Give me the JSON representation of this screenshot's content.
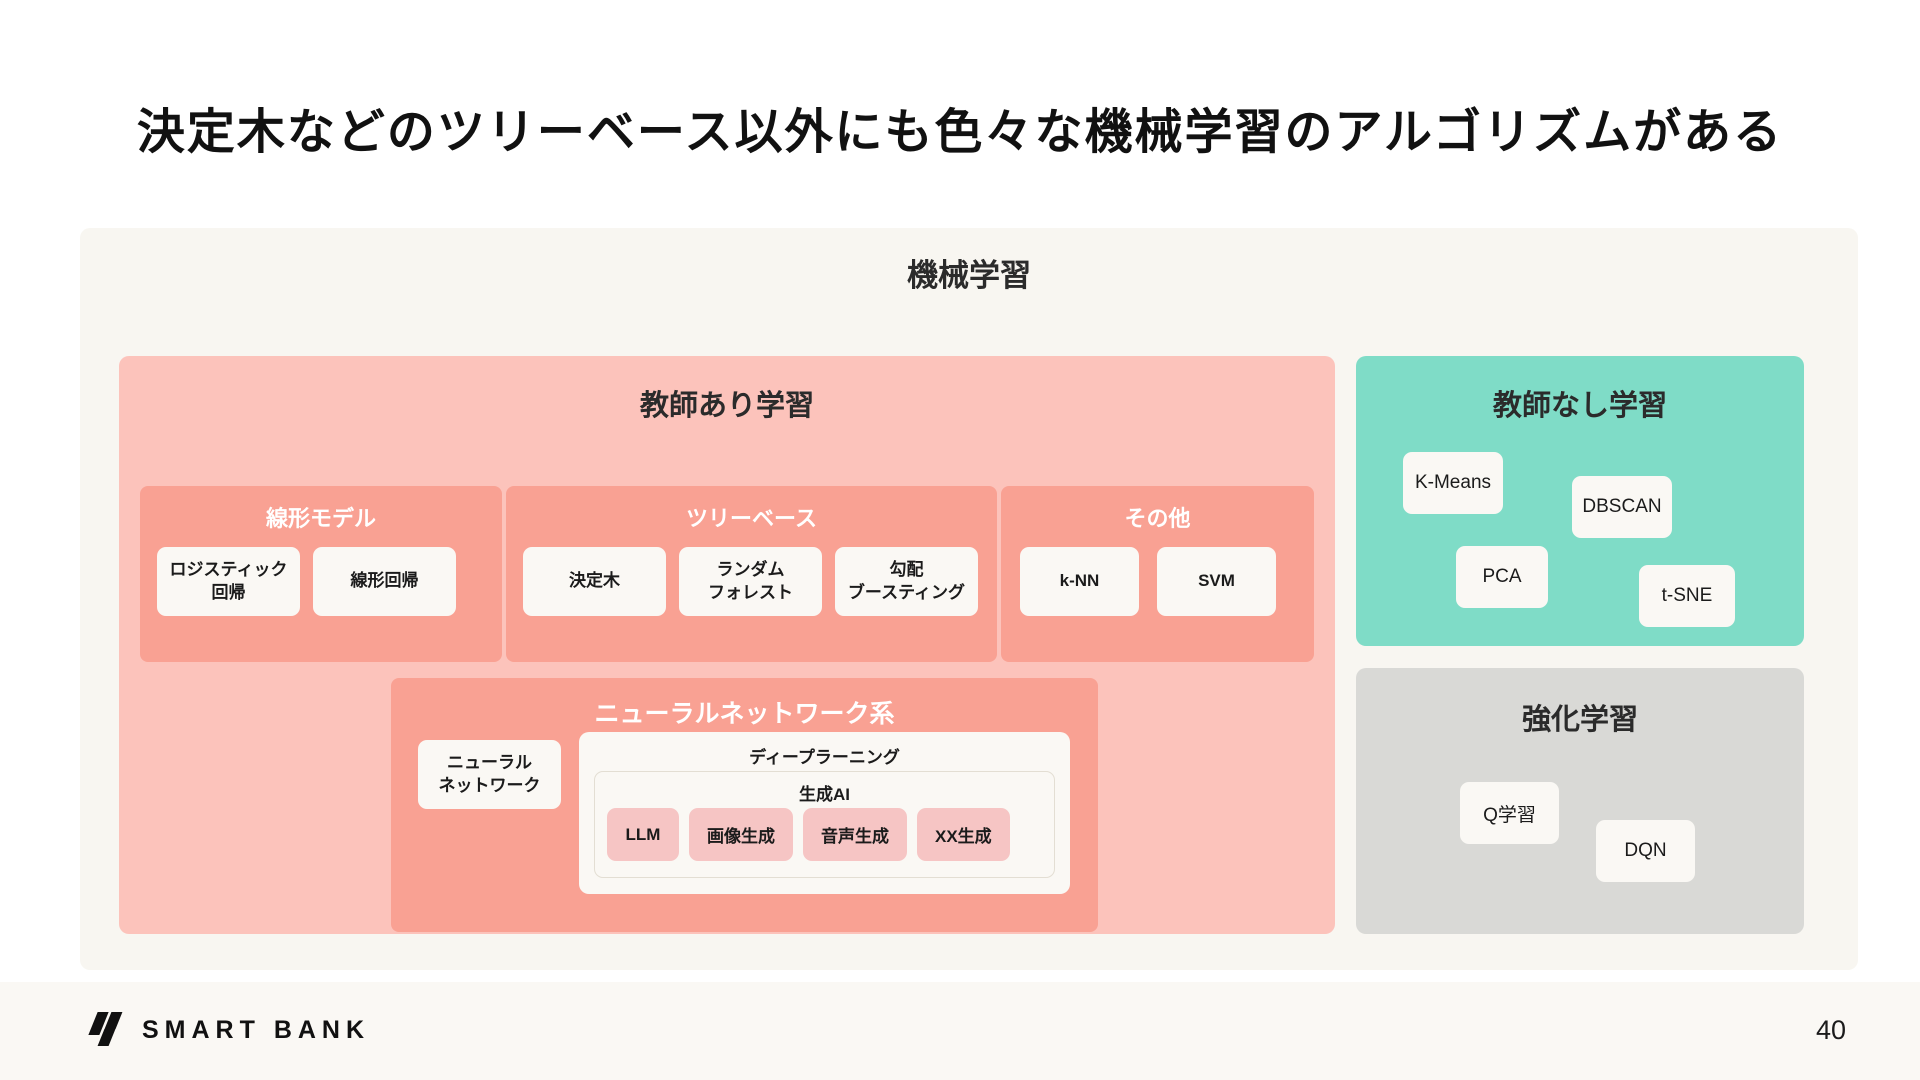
{
  "slide": {
    "title": "決定木などのツリーベース以外にも色々な機械学習のアルゴリズムがある",
    "page_number": "40"
  },
  "colors": {
    "background": "#ffffff",
    "container_bg": "#f8f6f1",
    "supervised_bg": "#fcc3bb",
    "supervised_subgroup_bg": "#f9a193",
    "unsupervised_bg": "#7fdcc7",
    "reinforcement_bg": "#d9d9d6",
    "chip_bg": "#faf8f4",
    "pill_bg": "#f6c5c4",
    "footer_bg": "#faf8f4",
    "text_dark": "#1b1b1b",
    "text_white": "#ffffff"
  },
  "diagram": {
    "root_label": "機械学習",
    "supervised": {
      "label": "教師あり学習",
      "groups": [
        {
          "label": "線形モデル",
          "items": [
            "ロジスティック\n回帰",
            "線形回帰"
          ]
        },
        {
          "label": "ツリーベース",
          "items": [
            "決定木",
            "ランダム\nフォレスト",
            "勾配\nブースティング"
          ]
        },
        {
          "label": "その他",
          "items": [
            "k-NN",
            "SVM"
          ]
        }
      ],
      "neural_group": {
        "label": "ニューラルネットワーク系",
        "items": [
          "ニューラル\nネットワーク"
        ],
        "deep_learning": {
          "label": "ディープラーニング",
          "generative_ai": {
            "label": "生成AI",
            "items": [
              "LLM",
              "画像生成",
              "音声生成",
              "XX生成"
            ]
          }
        }
      }
    },
    "unsupervised": {
      "label": "教師なし学習",
      "items": [
        "K-Means",
        "DBSCAN",
        "PCA",
        "t-SNE"
      ]
    },
    "reinforcement": {
      "label": "強化学習",
      "items": [
        "Q学習",
        "DQN"
      ]
    }
  },
  "footer": {
    "brand_name": "SMART BANK",
    "logo_icon": "smartbank-slash-mark-icon"
  }
}
